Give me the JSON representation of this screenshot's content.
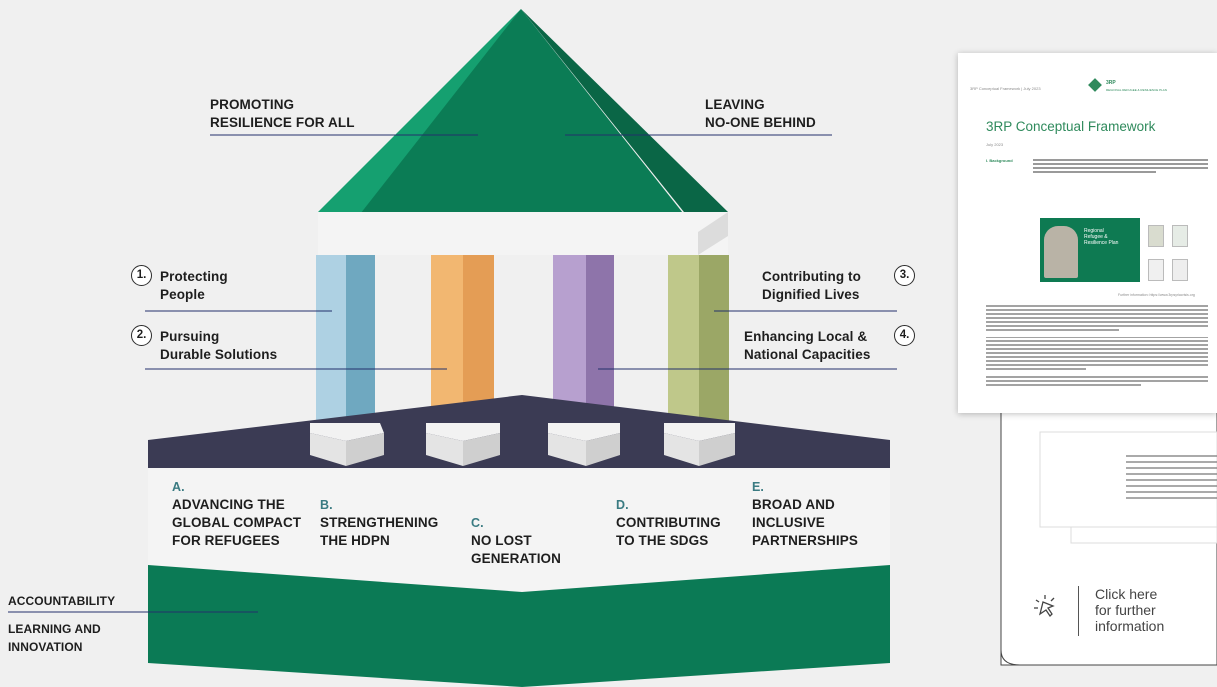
{
  "roof": {
    "left_label": [
      "PROMOTING",
      "RESILIENCE FOR ALL"
    ],
    "right_label": [
      "LEAVING",
      "NO-ONE BEHIND"
    ]
  },
  "pillars": [
    {
      "number": "1.",
      "lines": [
        "Protecting",
        "People"
      ],
      "color": "#a7cde0"
    },
    {
      "number": "2.",
      "lines": [
        "Pursuing",
        "Durable Solutions"
      ],
      "color": "#f2b46b"
    },
    {
      "number": "3.",
      "lines": [
        "Contributing to",
        "Dignified Lives"
      ],
      "color": "#b09ac8"
    },
    {
      "number": "4.",
      "lines": [
        "Enhancing Local &",
        "National Capacities"
      ],
      "color": "#b9c482"
    }
  ],
  "columns": [
    {
      "letter": "A.",
      "lines": [
        "ADVANCING THE",
        "GLOBAL COMPACT",
        "FOR REFUGEES"
      ]
    },
    {
      "letter": "B.",
      "lines": [
        "STRENGTHENING",
        "THE HDPN"
      ]
    },
    {
      "letter": "C.",
      "lines": [
        "NO LOST",
        "GENERATION"
      ]
    },
    {
      "letter": "D.",
      "lines": [
        "CONTRIBUTING",
        "TO THE SDGS"
      ]
    },
    {
      "letter": "E.",
      "lines": [
        "BROAD AND",
        "INCLUSIVE",
        "PARTNERSHIPS"
      ]
    }
  ],
  "foundation": {
    "label1": "ACCOUNTABILITY",
    "label2": [
      "LEARNING AND",
      "INNOVATION"
    ]
  },
  "document": {
    "header_left": "3RP Conceptual Framework | July 2023",
    "logo_text": "3RP",
    "logo_sub": "REGIONAL REFUGEE & RESILIENCE PLAN",
    "title": "3RP Conceptual Framework",
    "date": "July 2023",
    "section": "I. Background",
    "cover_title": [
      "Regional",
      "Refugee &",
      "Resilience Plan"
    ],
    "further_info": "Further information: https://www.3rpsyriacrisis.org"
  },
  "cta": {
    "lines": [
      "Click here",
      "for further",
      "information"
    ]
  },
  "colors": {
    "roof_green": "#0e8a5f",
    "foundation_green": "#0b7a55",
    "band_dark": "#3b3b54",
    "accent_teal": "#3a7b82"
  }
}
